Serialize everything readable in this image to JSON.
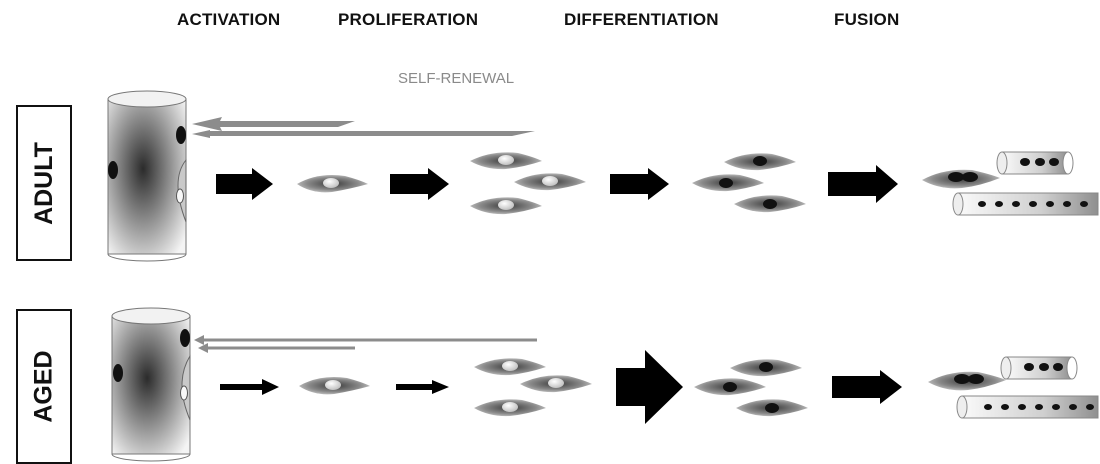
{
  "stages": {
    "activation": "ACTIVATION",
    "proliferation": "PROLIFERATION",
    "differentiation": "DIFFERENTIATION",
    "fusion": "FUSION"
  },
  "self_renewal": "SELF-RENEWAL",
  "rows": {
    "adult": "ADULT",
    "aged": "AGED"
  },
  "colors": {
    "arrow": "#000000",
    "self_renewal_arrow": "#8c8c8c",
    "cell_fill": "#7a7a7a",
    "nucleus_light": "#e0e0e0",
    "nucleus_dark": "#111111"
  }
}
